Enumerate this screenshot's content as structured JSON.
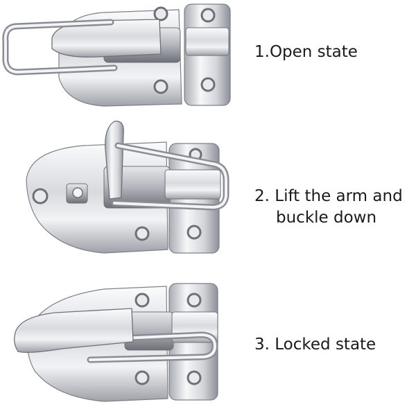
{
  "steps": [
    {
      "caption": "1.Open state",
      "icon": "open-latch-icon"
    },
    {
      "caption_line1": "2. Lift the arm and",
      "caption_line2": "buckle down",
      "icon": "lifting-latch-icon"
    },
    {
      "caption": "3. Locked state",
      "icon": "locked-latch-icon"
    }
  ],
  "colors": {
    "metal_light": "#f4f4f6",
    "metal_mid": "#c9cbd0",
    "metal_dark": "#6e7078",
    "background": "#ffffff",
    "text": "#1a1a1a"
  }
}
